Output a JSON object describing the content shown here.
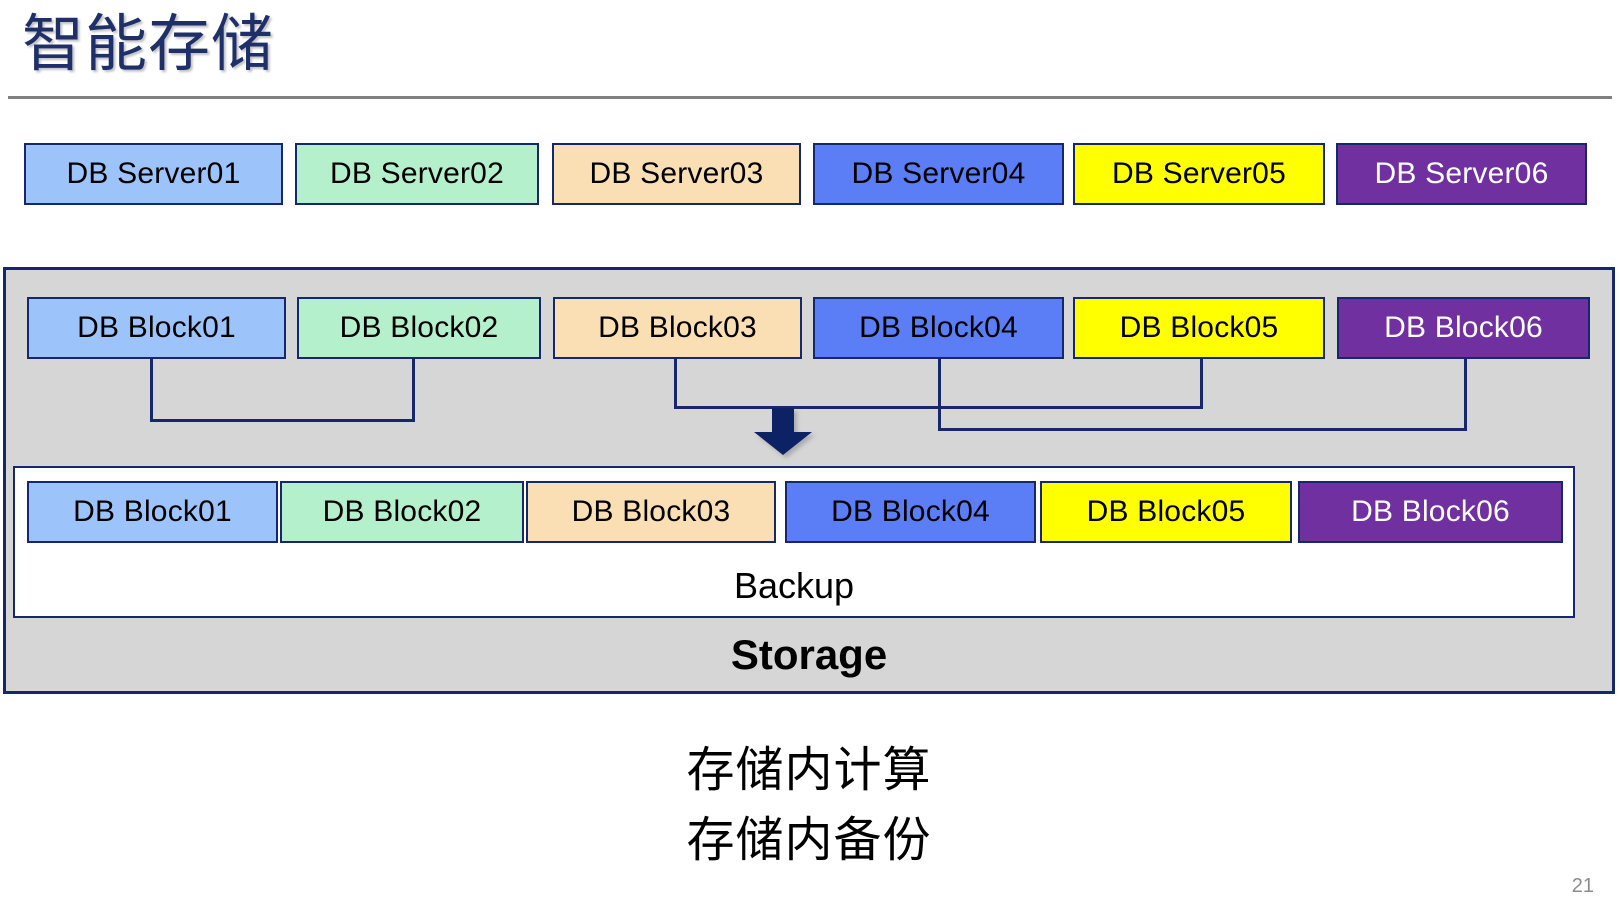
{
  "slide": {
    "title": "智能存储",
    "page_number": "21",
    "colors": {
      "title": "#1F3068",
      "rule": "#808080",
      "border": "#16276B",
      "storage_bg": "#D6D6D6",
      "backup_bg": "#FFFFFF",
      "arrow": "#0C2265",
      "c1": "#9DC3FB",
      "c2": "#B5F0CD",
      "c3": "#FADFB4",
      "c4": "#5B7DF5",
      "c5": "#FFFF00",
      "c6": "#7030A0"
    }
  },
  "server_row": {
    "items": [
      {
        "label": "DB Server01",
        "color_key": "c1"
      },
      {
        "label": "DB Server02",
        "color_key": "c2"
      },
      {
        "label": "DB Server03",
        "color_key": "c3"
      },
      {
        "label": "DB Server04",
        "color_key": "c4"
      },
      {
        "label": "DB Server05",
        "color_key": "c5"
      },
      {
        "label": "DB Server06",
        "color_key": "c6"
      }
    ]
  },
  "storage": {
    "label": "Storage",
    "block_row_top": {
      "items": [
        {
          "label": "DB Block01",
          "color_key": "c1"
        },
        {
          "label": "DB Block02",
          "color_key": "c2"
        },
        {
          "label": "DB Block03",
          "color_key": "c3"
        },
        {
          "label": "DB Block04",
          "color_key": "c4"
        },
        {
          "label": "DB Block05",
          "color_key": "c5"
        },
        {
          "label": "DB Block06",
          "color_key": "c6"
        }
      ]
    },
    "backup": {
      "label": "Backup",
      "items": [
        {
          "label": "DB Block01",
          "color_key": "c1"
        },
        {
          "label": "DB Block02",
          "color_key": "c2"
        },
        {
          "label": "DB Block03",
          "color_key": "c3"
        },
        {
          "label": "DB Block04",
          "color_key": "c4"
        },
        {
          "label": "DB Block05",
          "color_key": "c5"
        },
        {
          "label": "DB Block06",
          "color_key": "c6"
        }
      ]
    },
    "arrow": "down-arrow",
    "pairings": [
      {
        "from": "DB Block01",
        "to": "DB Block02"
      },
      {
        "from": "DB Block03",
        "to": "DB Block05"
      },
      {
        "from": "DB Block04",
        "to": "DB Block06"
      }
    ]
  },
  "captions": {
    "lines": [
      "存储内计算",
      "存储内备份"
    ]
  }
}
